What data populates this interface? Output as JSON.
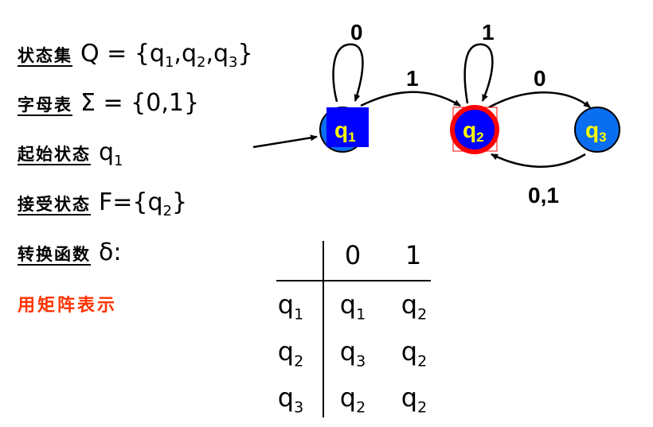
{
  "definitions": [
    {
      "label": "状态集",
      "math": "Q = {q",
      "parts": [
        "Q = {q",
        "1",
        ",q",
        "2",
        ",q",
        "3",
        "}"
      ]
    },
    {
      "label": "字母表",
      "parts": [
        "Σ = {0,1}"
      ]
    },
    {
      "label": "起始状态",
      "parts": [
        "q",
        "1"
      ]
    },
    {
      "label": "接受状态",
      "parts": [
        "F={q",
        "2",
        "}"
      ]
    },
    {
      "label": "转换函数",
      "parts": [
        "δ:"
      ]
    }
  ],
  "matrix_note": "用矩阵表示",
  "diagram": {
    "states": [
      {
        "name": "q",
        "sub": "1",
        "role": "start"
      },
      {
        "name": "q",
        "sub": "2",
        "role": "accept"
      },
      {
        "name": "q",
        "sub": "3",
        "role": "normal"
      }
    ],
    "transitions": [
      {
        "from": "q1",
        "to": "q1",
        "label": "0"
      },
      {
        "from": "q1",
        "to": "q2",
        "label": "1"
      },
      {
        "from": "q2",
        "to": "q2",
        "label": "1"
      },
      {
        "from": "q2",
        "to": "q3",
        "label": "0"
      },
      {
        "from": "q3",
        "to": "q2",
        "label": "0,1"
      }
    ],
    "colors": {
      "node": "#0a6ef0",
      "accept_inner": "#0000ff",
      "accept_ring": "#ff0000",
      "label": "#ffff00",
      "highlight": "#0000ff"
    }
  },
  "table": {
    "headers": [
      "0",
      "1"
    ],
    "rows": [
      {
        "state": "1",
        "cells": [
          "1",
          "2"
        ]
      },
      {
        "state": "2",
        "cells": [
          "3",
          "2"
        ]
      },
      {
        "state": "3",
        "cells": [
          "2",
          "2"
        ]
      }
    ],
    "symbol": "q"
  }
}
